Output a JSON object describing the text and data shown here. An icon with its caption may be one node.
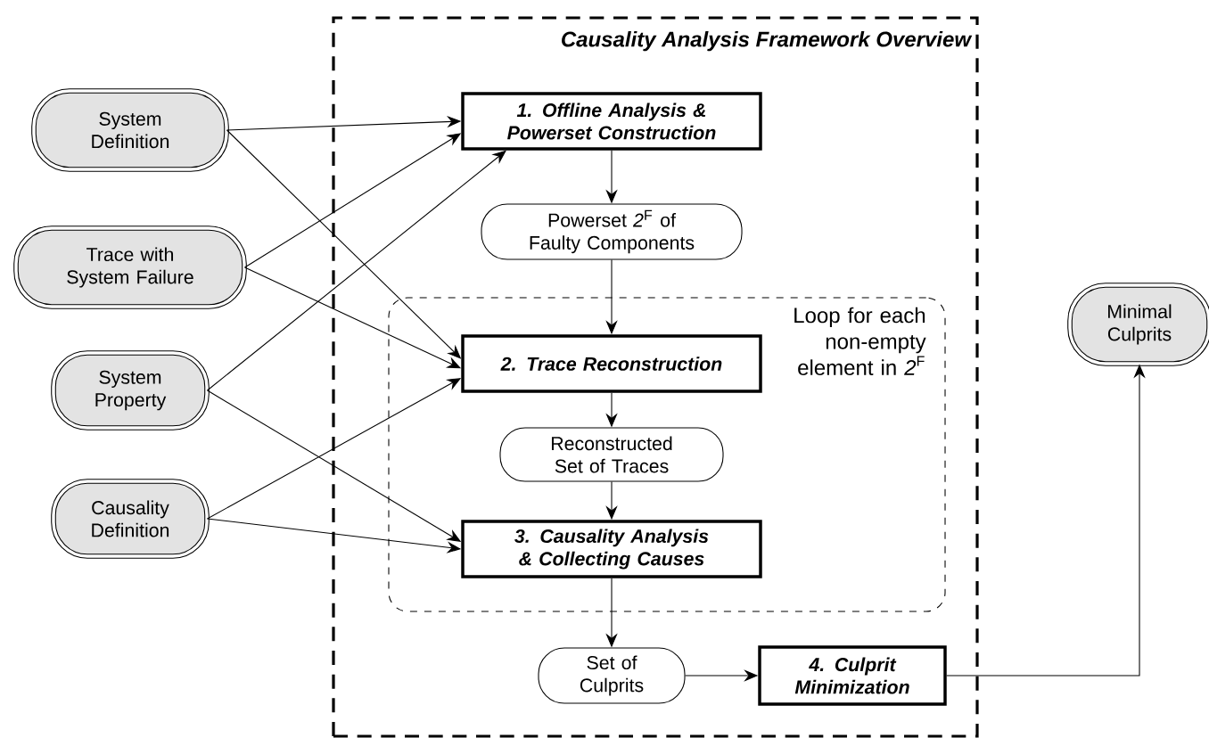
{
  "diagram": {
    "nodes": [
      {
        "text": [
          "System Definition"
        ]
      },
      {
        "text": [
          "Trace with System Failure"
        ]
      },
      {
        "text": [
          "System Property"
        ]
      },
      {
        "text": [
          "Causality Definition"
        ]
      },
      {
        "text": [
          "Causality Analysis Framework Overview"
        ]
      },
      {
        "text": [
          "1. Offline Analysis & Powerset Construction"
        ],
        "in": 4
      },
      {
        "text": [
          "Powerset *2*$^{F}$ of Faulty Components"
        ],
        "in": 4
      },
      {
        "text": [
          "Loop for each non-empty element in *2*$^{F}$"
        ],
        "in": 4
      },
      {
        "text": [
          "2. Trace Reconstruction"
        ],
        "in": 7
      },
      {
        "text": [
          "Reconstructed Set of Traces"
        ],
        "in": 7
      },
      {
        "text": [
          "3. Causality Analysis & Collecting Causes"
        ],
        "in": 7
      },
      {
        "text": [
          "Set of Culprits"
        ],
        "in": 4
      },
      {
        "text": [
          "4. Culprit Minimization"
        ],
        "in": 4
      },
      {
        "text": [
          "Minimal Culprits"
        ]
      }
    ],
    "edges": [
      {
        "from": 0,
        "to": 5,
        "arrow": "to"
      },
      {
        "from": 0,
        "to": 8,
        "arrow": "to"
      },
      {
        "from": 1,
        "to": 5,
        "arrow": "to"
      },
      {
        "from": 1,
        "to": 8,
        "arrow": "to"
      },
      {
        "from": 2,
        "to": 5,
        "arrow": "to"
      },
      {
        "from": 2,
        "to": 10,
        "arrow": "to"
      },
      {
        "from": 3,
        "to": 8,
        "arrow": "to"
      },
      {
        "from": 3,
        "to": 10,
        "arrow": "to"
      },
      {
        "from": 5,
        "to": 6,
        "arrow": "to"
      },
      {
        "from": 6,
        "to": 8,
        "arrow": "to"
      },
      {
        "from": 8,
        "to": 9,
        "arrow": "to"
      },
      {
        "from": 9,
        "to": 10,
        "arrow": "to"
      },
      {
        "from": 10,
        "to": 11,
        "arrow": "to"
      },
      {
        "from": 11,
        "to": 12,
        "arrow": "to"
      },
      {
        "from": 12,
        "to": 13,
        "arrow": "to"
      }
    ]
  }
}
